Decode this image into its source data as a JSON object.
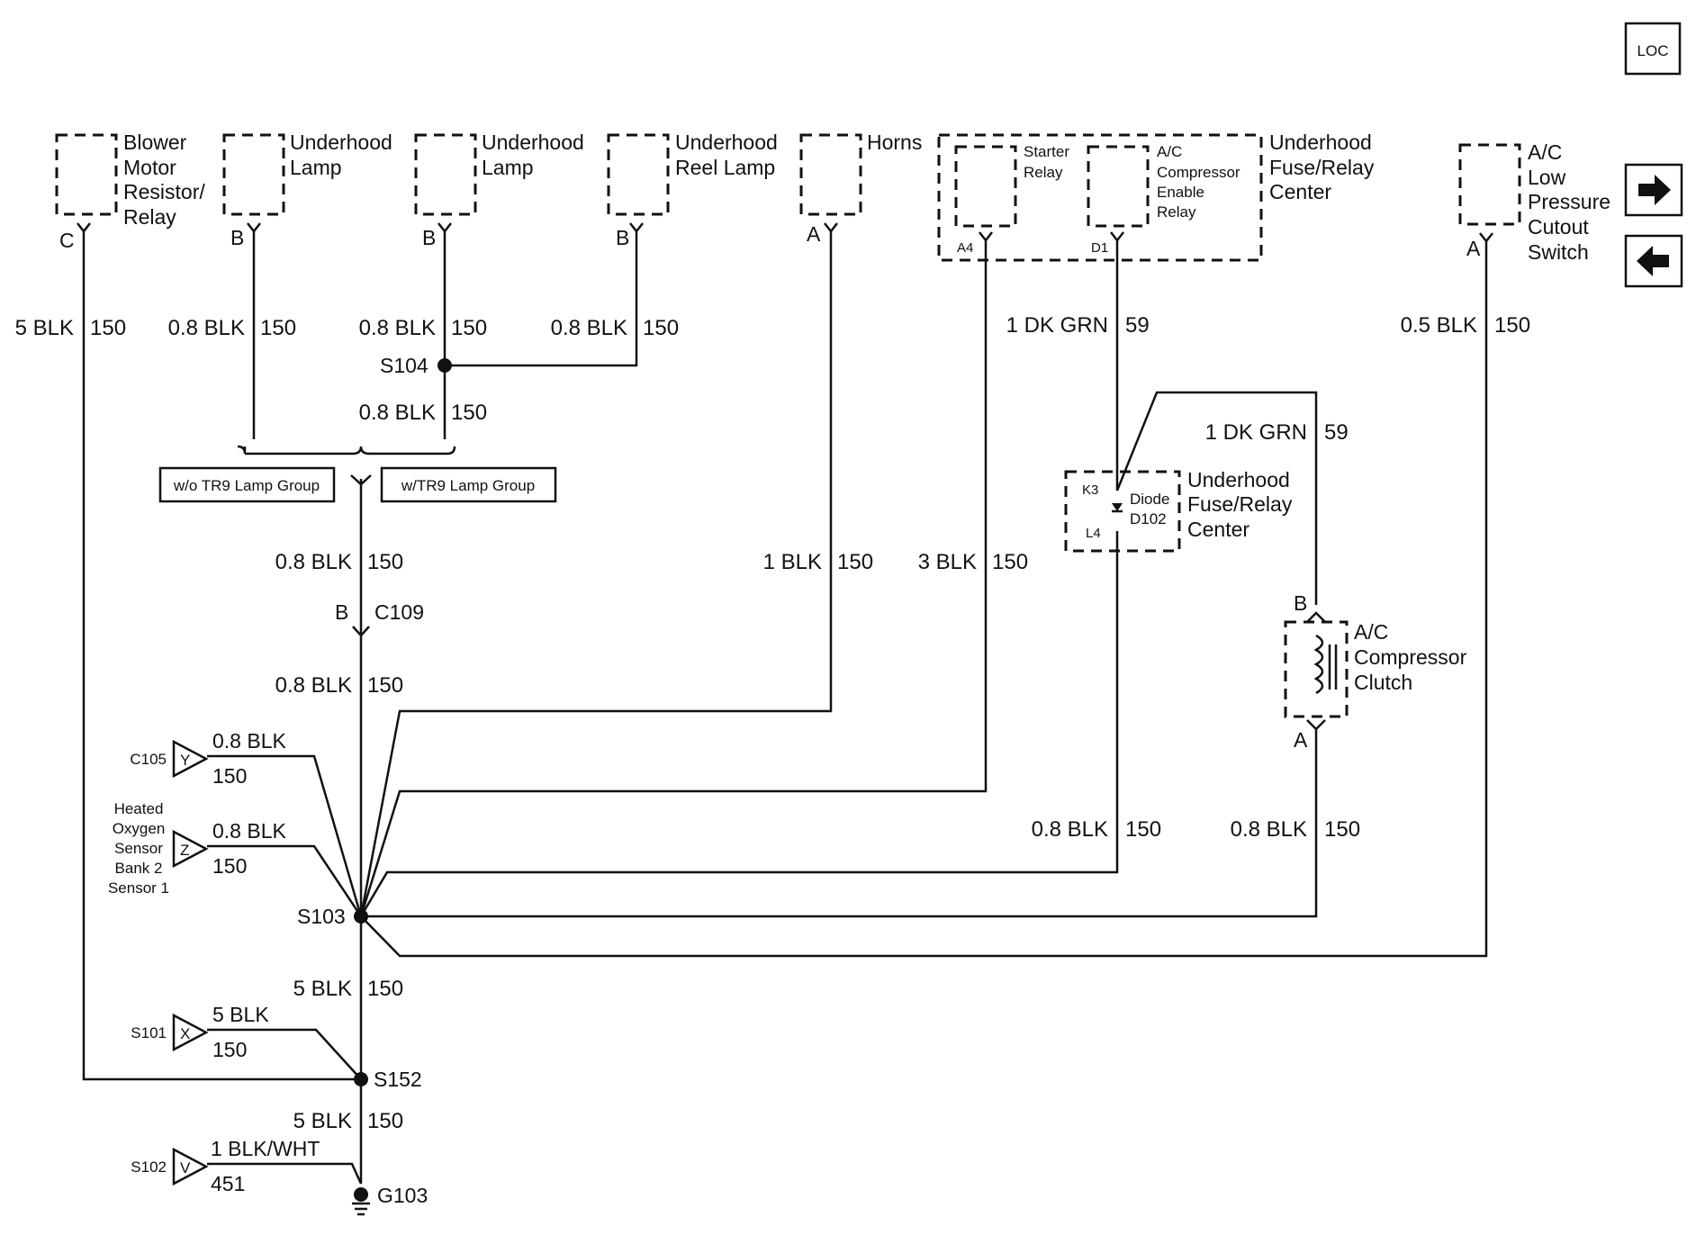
{
  "loc_label": "LOC",
  "components": {
    "blower": [
      "Blower",
      "Motor",
      "Resistor/",
      "Relay"
    ],
    "underhood_lamp_1": [
      "Underhood",
      "Lamp"
    ],
    "underhood_lamp_2": [
      "Underhood",
      "Lamp"
    ],
    "reel_lamp": [
      "Underhood",
      "Reel Lamp"
    ],
    "horns": "Horns",
    "fuse_relay_center_top": [
      "Underhood",
      "Fuse/Relay",
      "Center"
    ],
    "starter_relay": [
      "Starter",
      "Relay"
    ],
    "ac_enable_relay": [
      "A/C",
      "Compressor",
      "Enable",
      "Relay"
    ],
    "ac_low_pressure_switch": [
      "A/C",
      "Low",
      "Pressure",
      "Cutout",
      "Switch"
    ],
    "fuse_relay_center_diode": [
      "Underhood",
      "Fuse/Relay",
      "Center"
    ],
    "diode": [
      "Diode",
      "D102"
    ],
    "ac_clutch": [
      "A/C",
      "Compressor",
      "Clutch"
    ],
    "heated_o2": [
      "Heated",
      "Oxygen",
      "Sensor",
      "Bank 2",
      "Sensor 1"
    ]
  },
  "pins": {
    "blower": "C",
    "lamp1": "B",
    "lamp2": "B",
    "reel": "B",
    "horns": "A",
    "starter": "A4",
    "ac_relay": "D1",
    "ac_switch": "A",
    "diode_k": "K3",
    "diode_l": "L4",
    "clutch_top": "B",
    "clutch_bottom": "A",
    "c109_pin": "B"
  },
  "option_boxes": {
    "without": "w/o TR9 Lamp Group",
    "with": "w/TR9 Lamp Group"
  },
  "splices": {
    "s104": "S104",
    "s103": "S103",
    "s152": "S152",
    "g103": "G103",
    "c109": "C109"
  },
  "wires": [
    {
      "size_color": "5 BLK",
      "circuit": "150"
    },
    {
      "size_color": "0.8 BLK",
      "circuit": "150"
    },
    {
      "size_color": "0.8 BLK",
      "circuit": "150"
    },
    {
      "size_color": "0.8 BLK",
      "circuit": "150"
    },
    {
      "size_color": "0.8 BLK",
      "circuit": "150"
    },
    {
      "size_color": "0.8 BLK",
      "circuit": "150"
    },
    {
      "size_color": "0.8 BLK",
      "circuit": "150"
    },
    {
      "size_color": "1 BLK",
      "circuit": "150"
    },
    {
      "size_color": "3 BLK",
      "circuit": "150"
    },
    {
      "size_color": "1 DK GRN",
      "circuit": "59"
    },
    {
      "size_color": "1 DK GRN",
      "circuit": "59"
    },
    {
      "size_color": "0.5 BLK",
      "circuit": "150"
    },
    {
      "size_color": "0.8 BLK",
      "circuit": "150"
    },
    {
      "size_color": "0.8 BLK",
      "circuit": "150"
    },
    {
      "size_color": "5 BLK",
      "circuit": "150"
    },
    {
      "size_color": "5 BLK",
      "circuit": "150"
    }
  ],
  "inline_connectors": [
    {
      "connector": "C105",
      "pin": "Y",
      "wire": "0.8 BLK",
      "circuit": "150"
    },
    {
      "connector": "",
      "pin": "Z",
      "wire": "0.8 BLK",
      "circuit": "150"
    },
    {
      "connector": "S101",
      "pin": "X",
      "wire": "5 BLK",
      "circuit": "150"
    },
    {
      "connector": "S102",
      "pin": "V",
      "wire": "1 BLK/WHT",
      "circuit": "451"
    }
  ]
}
